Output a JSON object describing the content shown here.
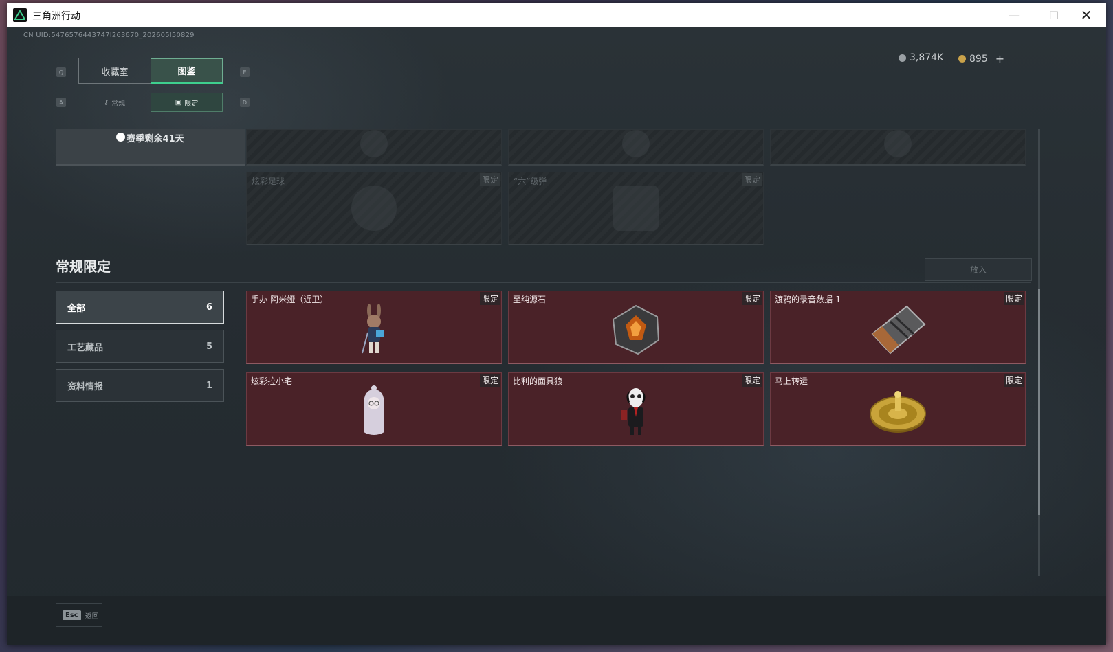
{
  "window": {
    "title": "三角洲行动"
  },
  "header": {
    "uid": "CN UID:5476576443747I263670_202605I50829",
    "currency_silver": "3,874K",
    "currency_gold": "895",
    "currency_add": "+"
  },
  "tabs": [
    {
      "label": "收藏室",
      "key": "Q"
    },
    {
      "label": "图鉴",
      "key": "E"
    }
  ],
  "subtabs": [
    {
      "label": "常规",
      "key": "A"
    },
    {
      "label": "限定",
      "key": "D"
    }
  ],
  "season": {
    "label": "赛季剩余41天"
  },
  "locked_items": [
    {
      "name": "",
      "tag": ""
    },
    {
      "name": "",
      "tag": ""
    },
    {
      "name": "",
      "tag": ""
    },
    {
      "name": "炫彩足球",
      "tag": "限定"
    },
    {
      "name": "“六”级弹",
      "tag": "限定"
    }
  ],
  "section": {
    "title": "常规限定",
    "put_button": "放入"
  },
  "filters": [
    {
      "label": "全部",
      "count": "6"
    },
    {
      "label": "工艺藏品",
      "count": "5"
    },
    {
      "label": "资料情报",
      "count": "1"
    }
  ],
  "items": [
    {
      "name": "手办-阿米娅（近卫）",
      "tag": "限定",
      "icon": "figure-amiya-icon"
    },
    {
      "name": "至纯源石",
      "tag": "限定",
      "icon": "originium-crystal-icon"
    },
    {
      "name": "渡鸦的录音数据-1",
      "tag": "限定",
      "icon": "cassette-tape-icon"
    },
    {
      "name": "炫彩拉小宅",
      "tag": "限定",
      "icon": "hooded-figure-icon"
    },
    {
      "name": "比利的面具狼",
      "tag": "限定",
      "icon": "puppet-doll-icon"
    },
    {
      "name": "马上转运",
      "tag": "限定",
      "icon": "golden-roulette-icon"
    }
  ],
  "footer": {
    "esc_key": "Esc",
    "esc_label": "返回"
  },
  "colors": {
    "accent": "#3ecf8e",
    "limited_card": "#4a2228"
  }
}
